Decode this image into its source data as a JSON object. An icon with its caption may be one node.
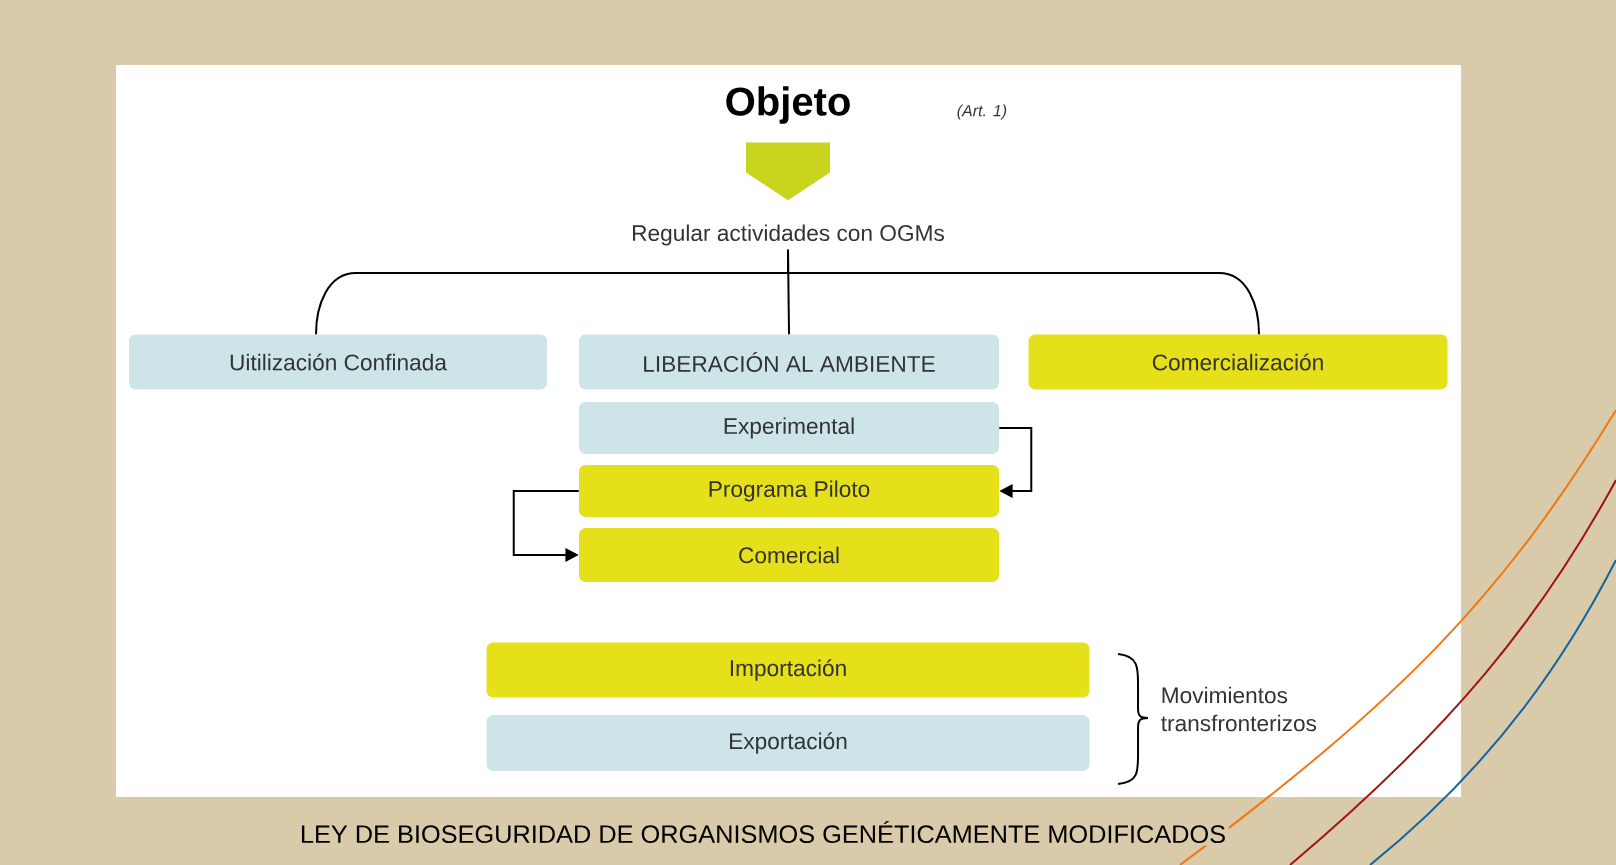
{
  "diagram": {
    "caption": "LEY DE BIOSEGURIDAD DE ORGANISMOS GENÉTICAMENTE MODIFICADOS",
    "nodes": [
      {
        "text": [
          "Objeto"
        ]
      },
      {
        "text": [
          "Regular actividades con OGMs"
        ]
      },
      {
        "text": [
          "Uitilización Confinada"
        ]
      },
      {
        "text": [
          "LIBERACIÓN AL AMBIENTE"
        ]
      },
      {
        "text": [
          "Comercialización"
        ]
      },
      {
        "text": [
          "Experimental"
        ]
      },
      {
        "text": [
          "Programa Piloto"
        ]
      },
      {
        "text": [
          "Comercial"
        ]
      },
      {
        "text": [
          "Importación"
        ]
      },
      {
        "text": [
          "Exportación"
        ]
      }
    ],
    "edges": [
      {
        "from": 0,
        "to": 1,
        "arrow": "to"
      },
      {
        "from": 1,
        "to": 2,
        "arrow": "none"
      },
      {
        "from": 1,
        "to": 3,
        "arrow": "none"
      },
      {
        "from": 1,
        "to": 4,
        "arrow": "none"
      },
      {
        "from": 5,
        "to": 6,
        "arrow": "to"
      },
      {
        "from": 6,
        "to": 7,
        "arrow": "to"
      }
    ],
    "labels": [
      "(Art. 1)",
      "Movimientos transfronterizos"
    ]
  }
}
